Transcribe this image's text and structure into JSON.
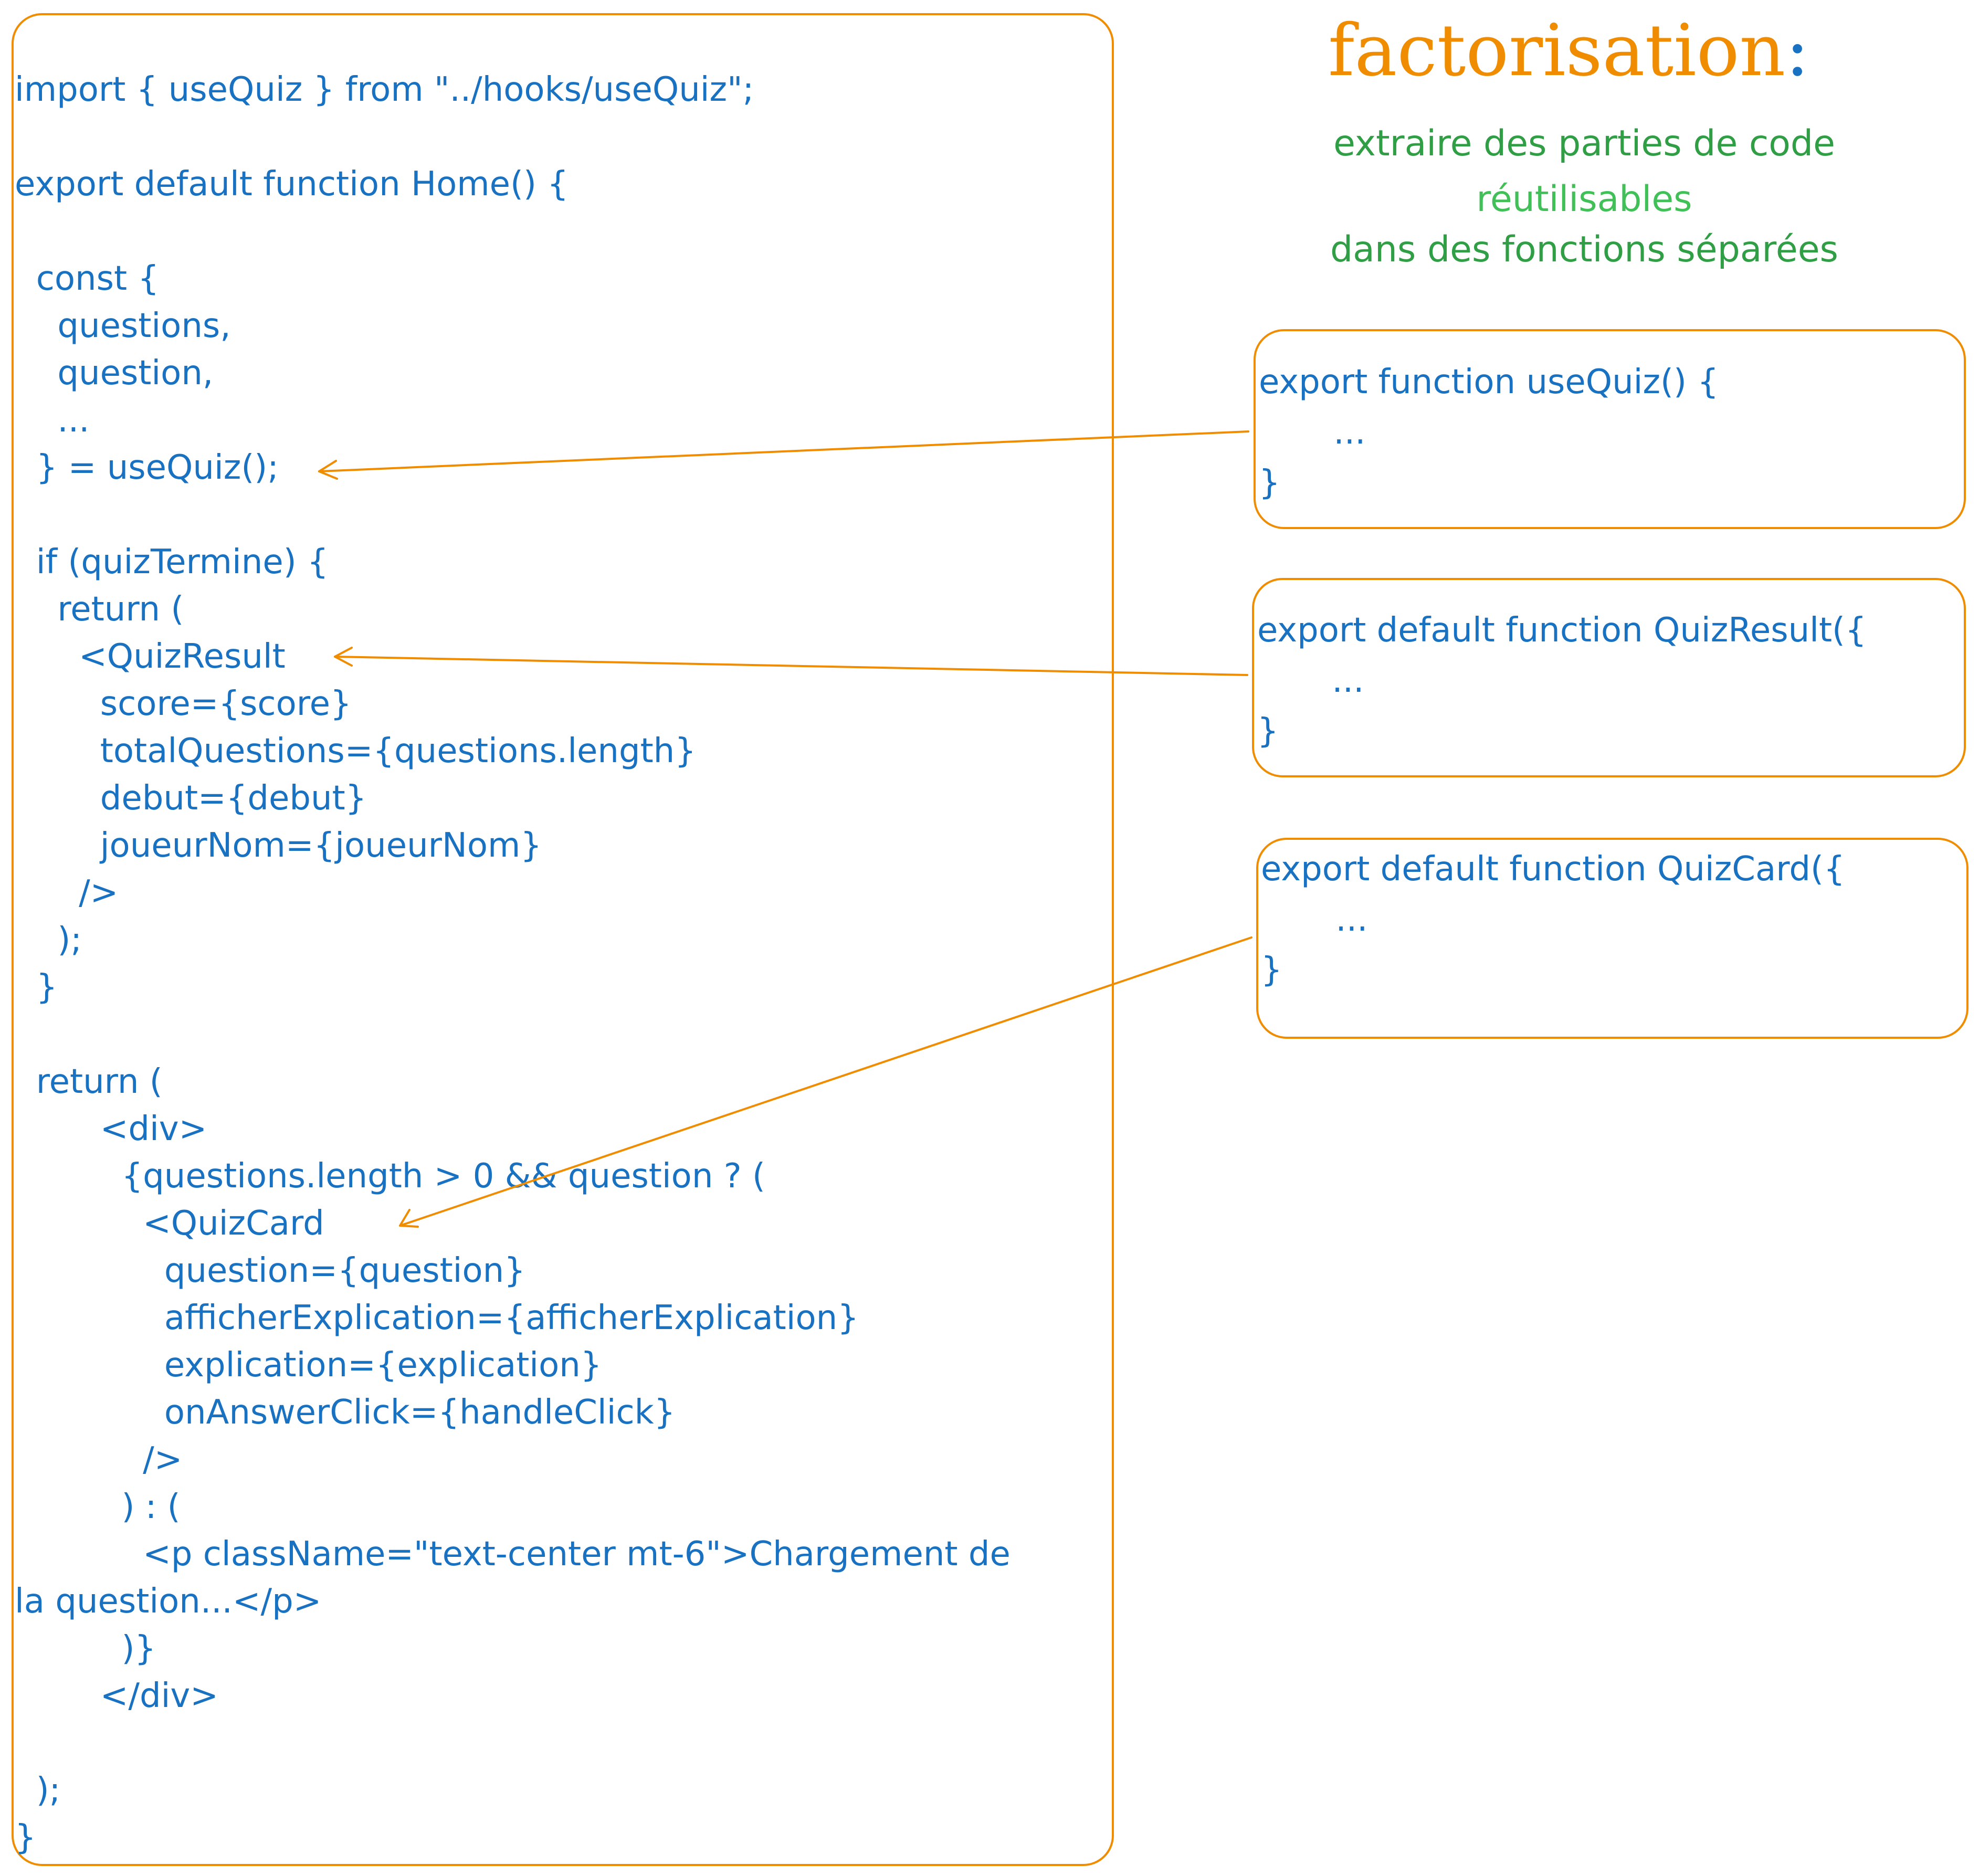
{
  "title": "factorisation",
  "title_colon": ":",
  "subtitle": {
    "line1": "extraire des parties de code",
    "line2": "réutilisables",
    "line3": "dans des fonctions séparées"
  },
  "main_code": "import { useQuiz } from \"../hooks/useQuiz\";\n\nexport default function Home() {\n\n  const {\n    questions,\n    question,\n    ...\n  } = useQuiz();\n\n  if (quizTermine) {\n    return (\n      <QuizResult\n        score={score}\n        totalQuestions={questions.length}\n        debut={debut}\n        joueurNom={joueurNom}\n      />\n    );\n  }\n\n  return (\n        <div>\n          {questions.length > 0 && question ? (\n            <QuizCard\n              question={question}\n              afficherExplication={afficherExplication}\n              explication={explication}\n              onAnswerClick={handleClick}\n            />\n          ) : (\n            <p className=\"text-center mt-6\">Chargement de\nla question...</p>\n          )}\n        </div>\n\n  );\n}",
  "boxes": {
    "use_quiz": "export function useQuiz() {\n       ...\n}",
    "quiz_result": "export default function QuizResult({\n       ...\n}",
    "quiz_card": "export default function QuizCard({\n       ...\n}"
  },
  "colors": {
    "code": "#1971c2",
    "accent": "#f08c00",
    "subtitle": "#2f9e44",
    "subtitle_highlight": "#40c057"
  }
}
